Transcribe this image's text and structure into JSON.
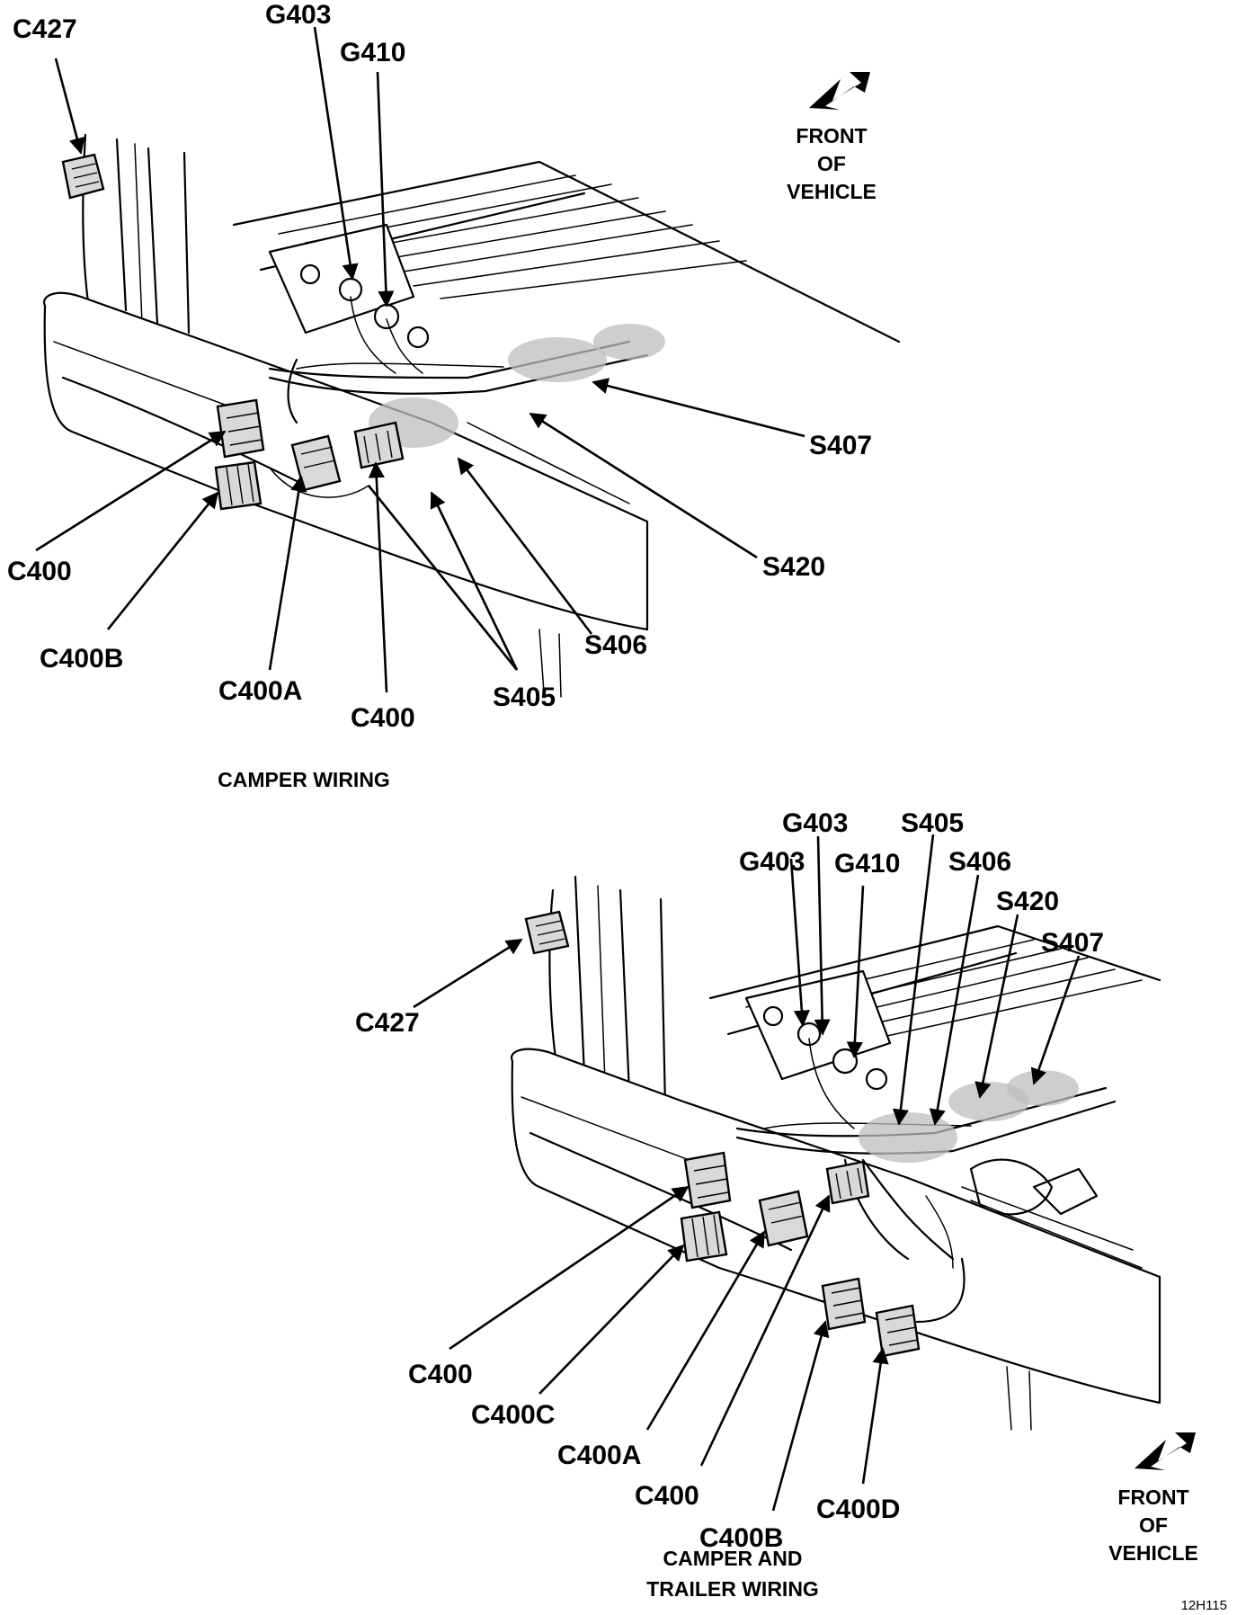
{
  "top_diagram": {
    "caption": "CAMPER WIRING",
    "front_label": [
      "FRONT",
      "OF",
      "VEHICLE"
    ],
    "labels": {
      "c427": "C427",
      "g403": "G403",
      "g410": "G410",
      "s407": "S407",
      "s420": "S420",
      "s406": "S406",
      "s405": "S405",
      "c400_left": "C400",
      "c400b": "C400B",
      "c400a": "C400A",
      "c400_mid": "C400"
    }
  },
  "bottom_diagram": {
    "caption": [
      "CAMPER AND",
      "TRAILER WIRING"
    ],
    "front_label": [
      "FRONT",
      "OF",
      "VEHICLE"
    ],
    "labels": {
      "g403_upper": "G403",
      "g403_lower": "G403",
      "g410": "G410",
      "s405": "S405",
      "s406": "S406",
      "s420": "S420",
      "s407": "S407",
      "c427": "C427",
      "c400_left": "C400",
      "c400c": "C400C",
      "c400a": "C400A",
      "c400_mid": "C400",
      "c400b": "C400B",
      "c400d": "C400D"
    }
  },
  "figure_code": "12H115"
}
